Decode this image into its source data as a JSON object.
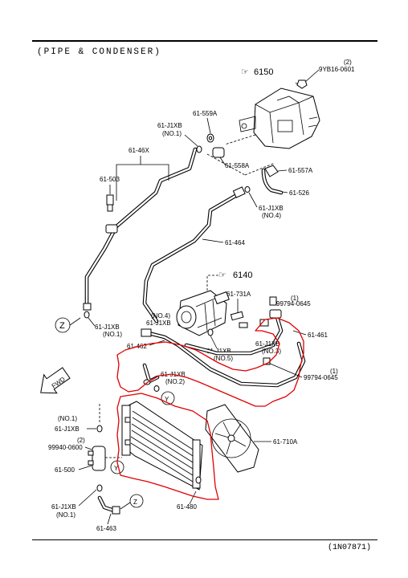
{
  "header": {
    "title": "(PIPE & CONDENSER)"
  },
  "footer": {
    "code": "(1N07871)"
  },
  "labels": {
    "p6150": "6150",
    "p6140": "6140",
    "p9yb16": "9YB16-0601",
    "p9yb16_qty": "(2)",
    "p559a": "61-559A",
    "pJ1XB_top": "61-J1XB",
    "pJ1XB_top_no": "(NO.1)",
    "p46x": "61-46X",
    "p503": "61-503",
    "p558a": "61-558A",
    "p557a": "61-557A",
    "p526": "61-526",
    "pJ1XB_no4": "61-J1XB",
    "pJ1XB_no4_no": "(NO.4)",
    "p464": "61-464",
    "p731a": "61-731A",
    "p99794_a_qty": "(1)",
    "p99794_a": "99794-0645",
    "p461": "61-461",
    "pJ1XB_mid_no": "(NO.4)",
    "pJ1XB_mid": "61-J1XB",
    "pJ1XB_zone": "61-J1XB",
    "pJ1XB_zone_no": "(NO.1)",
    "p462": "61-462",
    "pJ1XB_no5": "61-J1XB",
    "pJ1XB_no5_no": "(NO.5)",
    "pJ1XB_no3": "61-J1XB",
    "pJ1XB_no3_no": "(NO.3)",
    "p99794_b_qty": "(1)",
    "p99794_b": "99794-0645",
    "pJ1XB_no2": "61-J1XB",
    "pJ1XB_no2_no": "(NO.2)",
    "fwd": "FWD",
    "pJ1XB_left_no": "(NO.1)",
    "pJ1XB_left": "61-J1XB",
    "p99940_qty": "(2)",
    "p99940": "99940-0600",
    "p500": "61-500",
    "p710a": "61-710A",
    "p480": "61-480",
    "pJ1XB_bot": "61-J1XB",
    "pJ1XB_bot_no": "(NO.1)",
    "p463": "61-463",
    "zone_z": "Z",
    "zone_y": "Y"
  }
}
